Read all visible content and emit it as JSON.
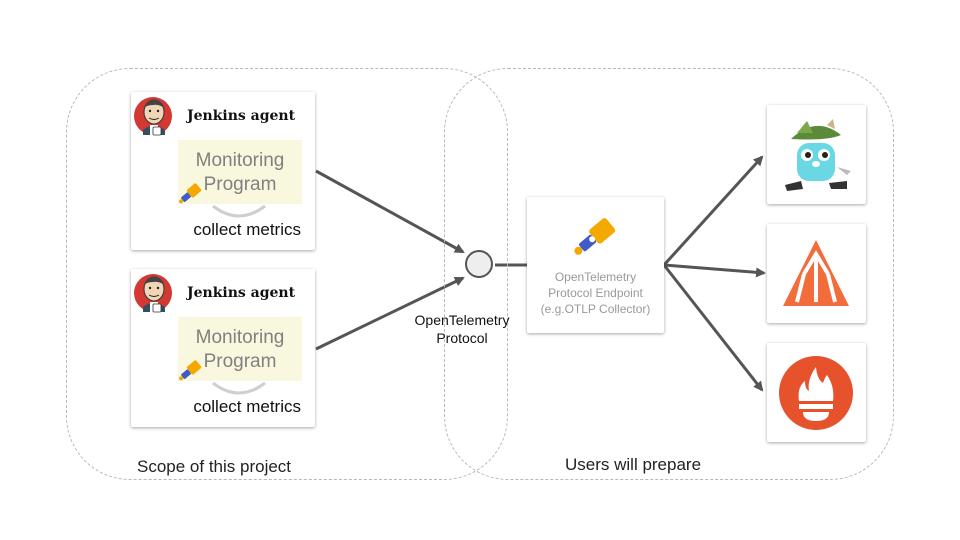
{
  "scopes": {
    "left_label": "Scope of this project",
    "right_label": "Users will prepare"
  },
  "agents": [
    {
      "title": "Jenkins agent",
      "program": [
        "Monitoring",
        "Program"
      ],
      "caption": "collect metrics",
      "icon": "jenkins-butler-icon"
    },
    {
      "title": "Jenkins agent",
      "program": [
        "Monitoring",
        "Program"
      ],
      "caption": "collect metrics",
      "icon": "jenkins-butler-icon"
    }
  ],
  "protocol": {
    "lines": [
      "OpenTelemetry",
      "Protocol"
    ]
  },
  "endpoint": {
    "lines": [
      "OpenTelemetry",
      "Protocol Endpoint",
      "(e.g.OTLP Collector)"
    ],
    "icon": "opentelemetry-telescope-icon"
  },
  "backends": [
    {
      "icon": "gopher-mascot-icon"
    },
    {
      "icon": "elastic-apm-icon"
    },
    {
      "icon": "prometheus-icon"
    }
  ],
  "colors": {
    "arrow": "#555555",
    "monitor_bg": "#f9f8df",
    "otel_blue": "#425cc7",
    "otel_orange": "#f5a800",
    "elastic_orange": "#f36d3c",
    "prometheus_orange": "#e6522c",
    "jenkins_red": "#d33833"
  }
}
